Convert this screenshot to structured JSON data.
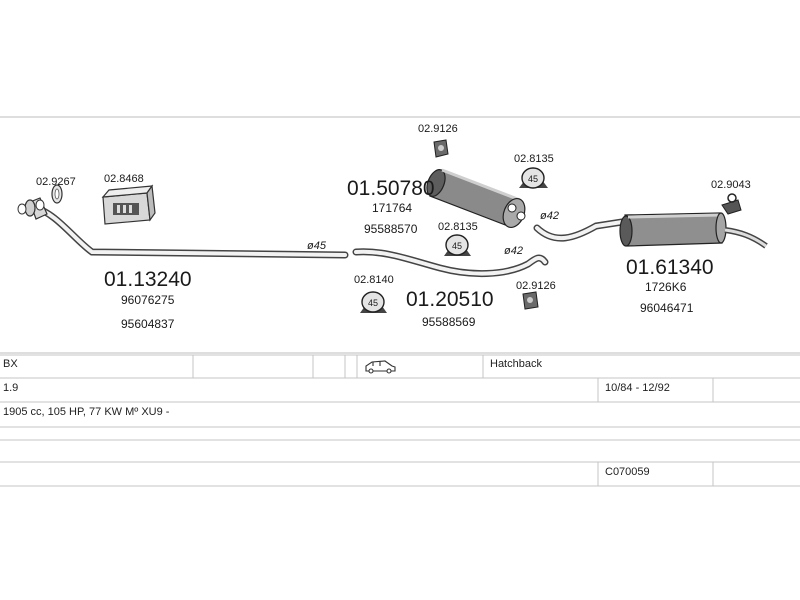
{
  "parts": {
    "front_pipe": {
      "number": "01.13240",
      "refs": [
        "96076275",
        "95604837"
      ]
    },
    "clamp_a": {
      "number": "02.9267"
    },
    "clamp_kit": {
      "number": "02.8468"
    },
    "pipe_diameter_1": "ø45",
    "middle_silencer": {
      "number": "01.50780",
      "refs": [
        "171764",
        "95588570"
      ]
    },
    "mount_top": {
      "number": "02.9126"
    },
    "hanger_45_top": {
      "number": "02.8135"
    },
    "hanger_45_mid": {
      "number": "02.8135"
    },
    "pipe_diameter_2": "ø42",
    "pipe_diameter_3": "ø42",
    "intermediate_pipe": {
      "number": "01.20510",
      "refs": [
        "95588569"
      ]
    },
    "hanger_45_low": {
      "number": "02.8140"
    },
    "mount_low": {
      "number": "02.9126"
    },
    "rear_silencer": {
      "number": "01.61340",
      "refs": [
        "1726K6",
        "96046471"
      ]
    },
    "hanger_rear": {
      "number": "02.9043"
    }
  },
  "hanger_label": "45",
  "vehicle": {
    "model": "BX",
    "body": "Hatchback",
    "engine": "1.9",
    "years": "10/84 - 12/92",
    "spec": "1905 cc, 105 HP, 77 KW Mº XU9 -",
    "code": "C070059"
  },
  "icons": {
    "car": "car-side-icon"
  }
}
